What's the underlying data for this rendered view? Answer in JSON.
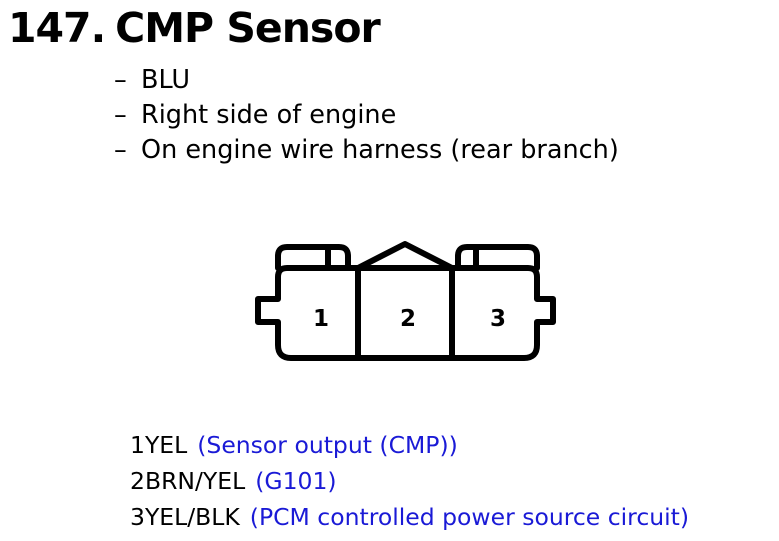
{
  "title": {
    "number": "147.",
    "text": "CMP Sensor"
  },
  "details": {
    "dash": "–",
    "items": [
      "BLU",
      "Right side of engine",
      "On engine wire harness (rear branch)"
    ]
  },
  "connector": {
    "pins": [
      "1",
      "2",
      "3"
    ]
  },
  "pinout": [
    {
      "pin": "1",
      "wire": "YEL",
      "description": "(Sensor output (CMP))"
    },
    {
      "pin": "2",
      "wire": "BRN/YEL",
      "description": "(G101)"
    },
    {
      "pin": "3",
      "wire": "YEL/BLK",
      "description": "(PCM controlled power source circuit)"
    }
  ],
  "colors": {
    "description_text": "#1a1ad6",
    "text": "#000000"
  }
}
